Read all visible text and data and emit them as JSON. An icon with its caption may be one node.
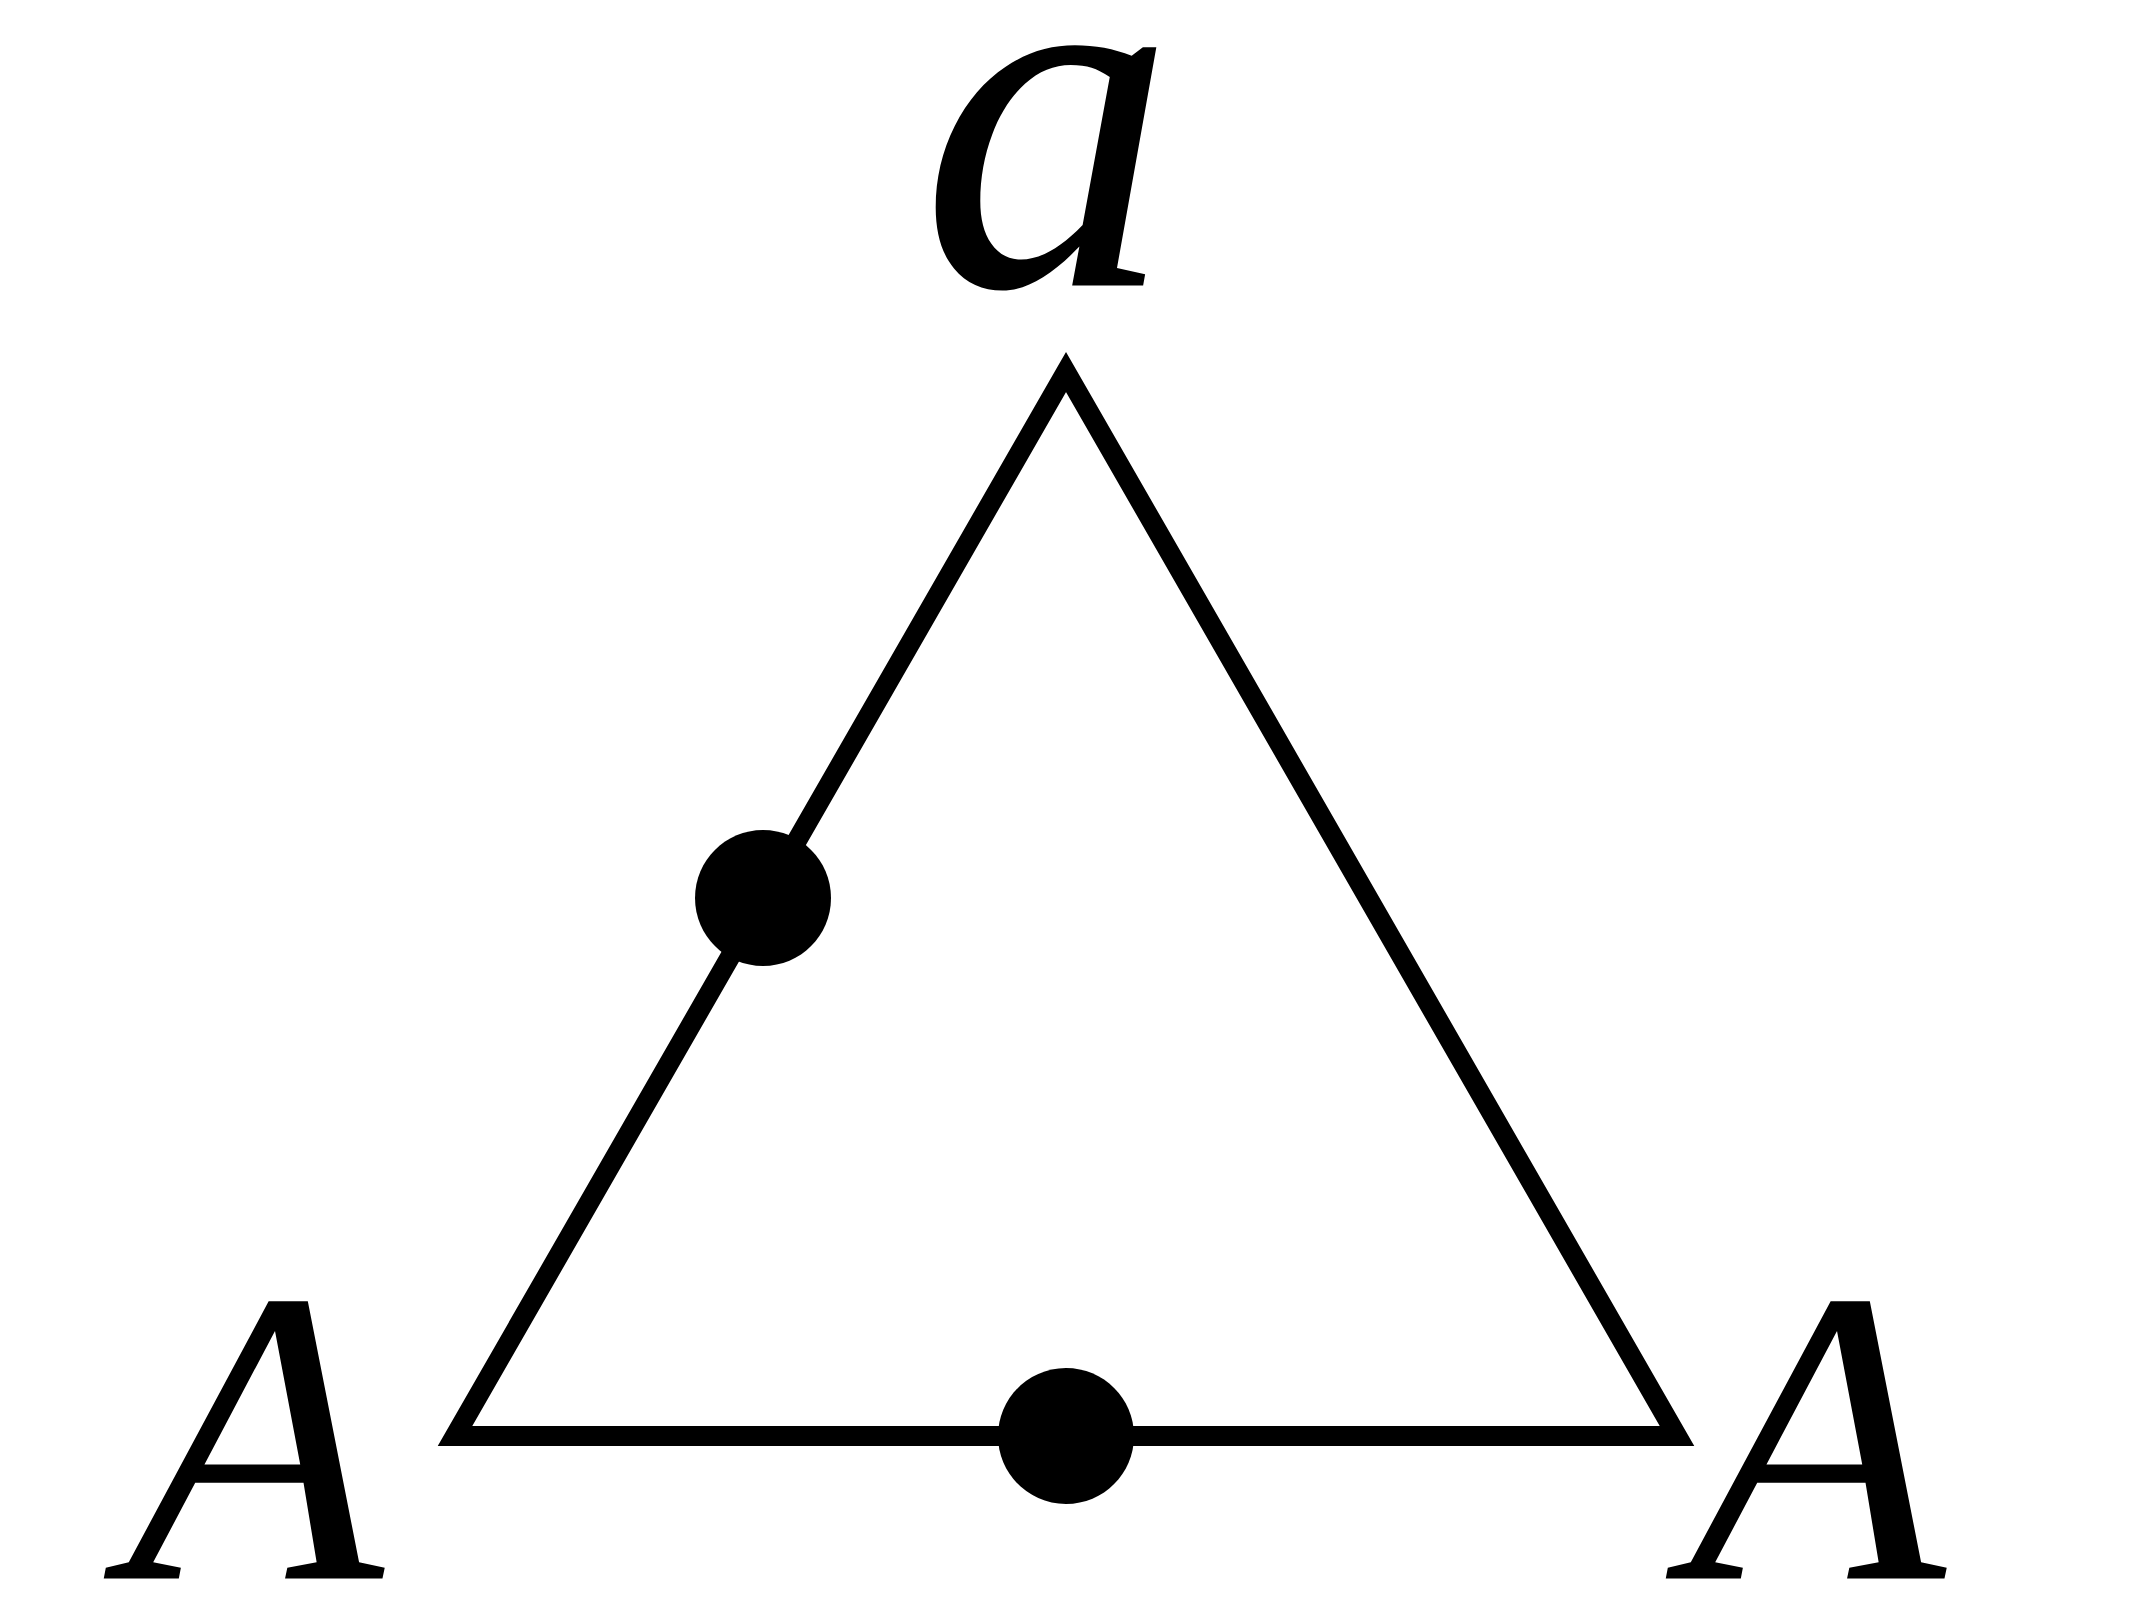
{
  "diagram": {
    "labels": [
      "a",
      "A",
      "A"
    ]
  }
}
